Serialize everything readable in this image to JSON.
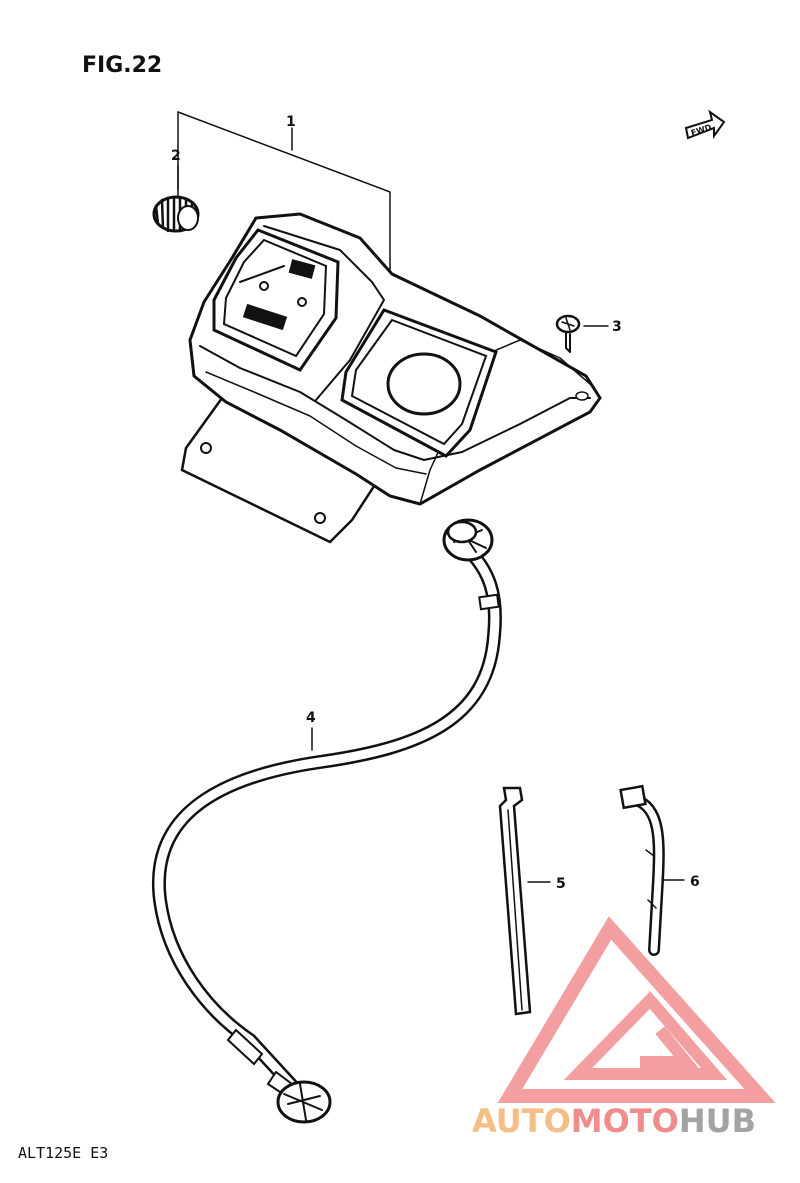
{
  "figure": {
    "title": "FIG.22",
    "model_code": "ALT125E  E3",
    "front_arrow_label": "FWD"
  },
  "callouts": [
    {
      "id": "1",
      "label": "1"
    },
    {
      "id": "2",
      "label": "2"
    },
    {
      "id": "3",
      "label": "3"
    },
    {
      "id": "4",
      "label": "4"
    },
    {
      "id": "5",
      "label": "5"
    },
    {
      "id": "6",
      "label": "6"
    }
  ],
  "watermark": {
    "brand_part1": "AUTO",
    "brand_part2": "MOTO",
    "brand_part3": "HUB",
    "color_orange": "#f5b87a",
    "color_red": "#f08080",
    "color_grey": "#9a9a9a"
  },
  "icons": [
    "speedometer-housing-icon",
    "knob-icon",
    "screw-icon",
    "cable-icon",
    "cable-tie-icon",
    "wire-harness-icon",
    "logo-icon"
  ]
}
